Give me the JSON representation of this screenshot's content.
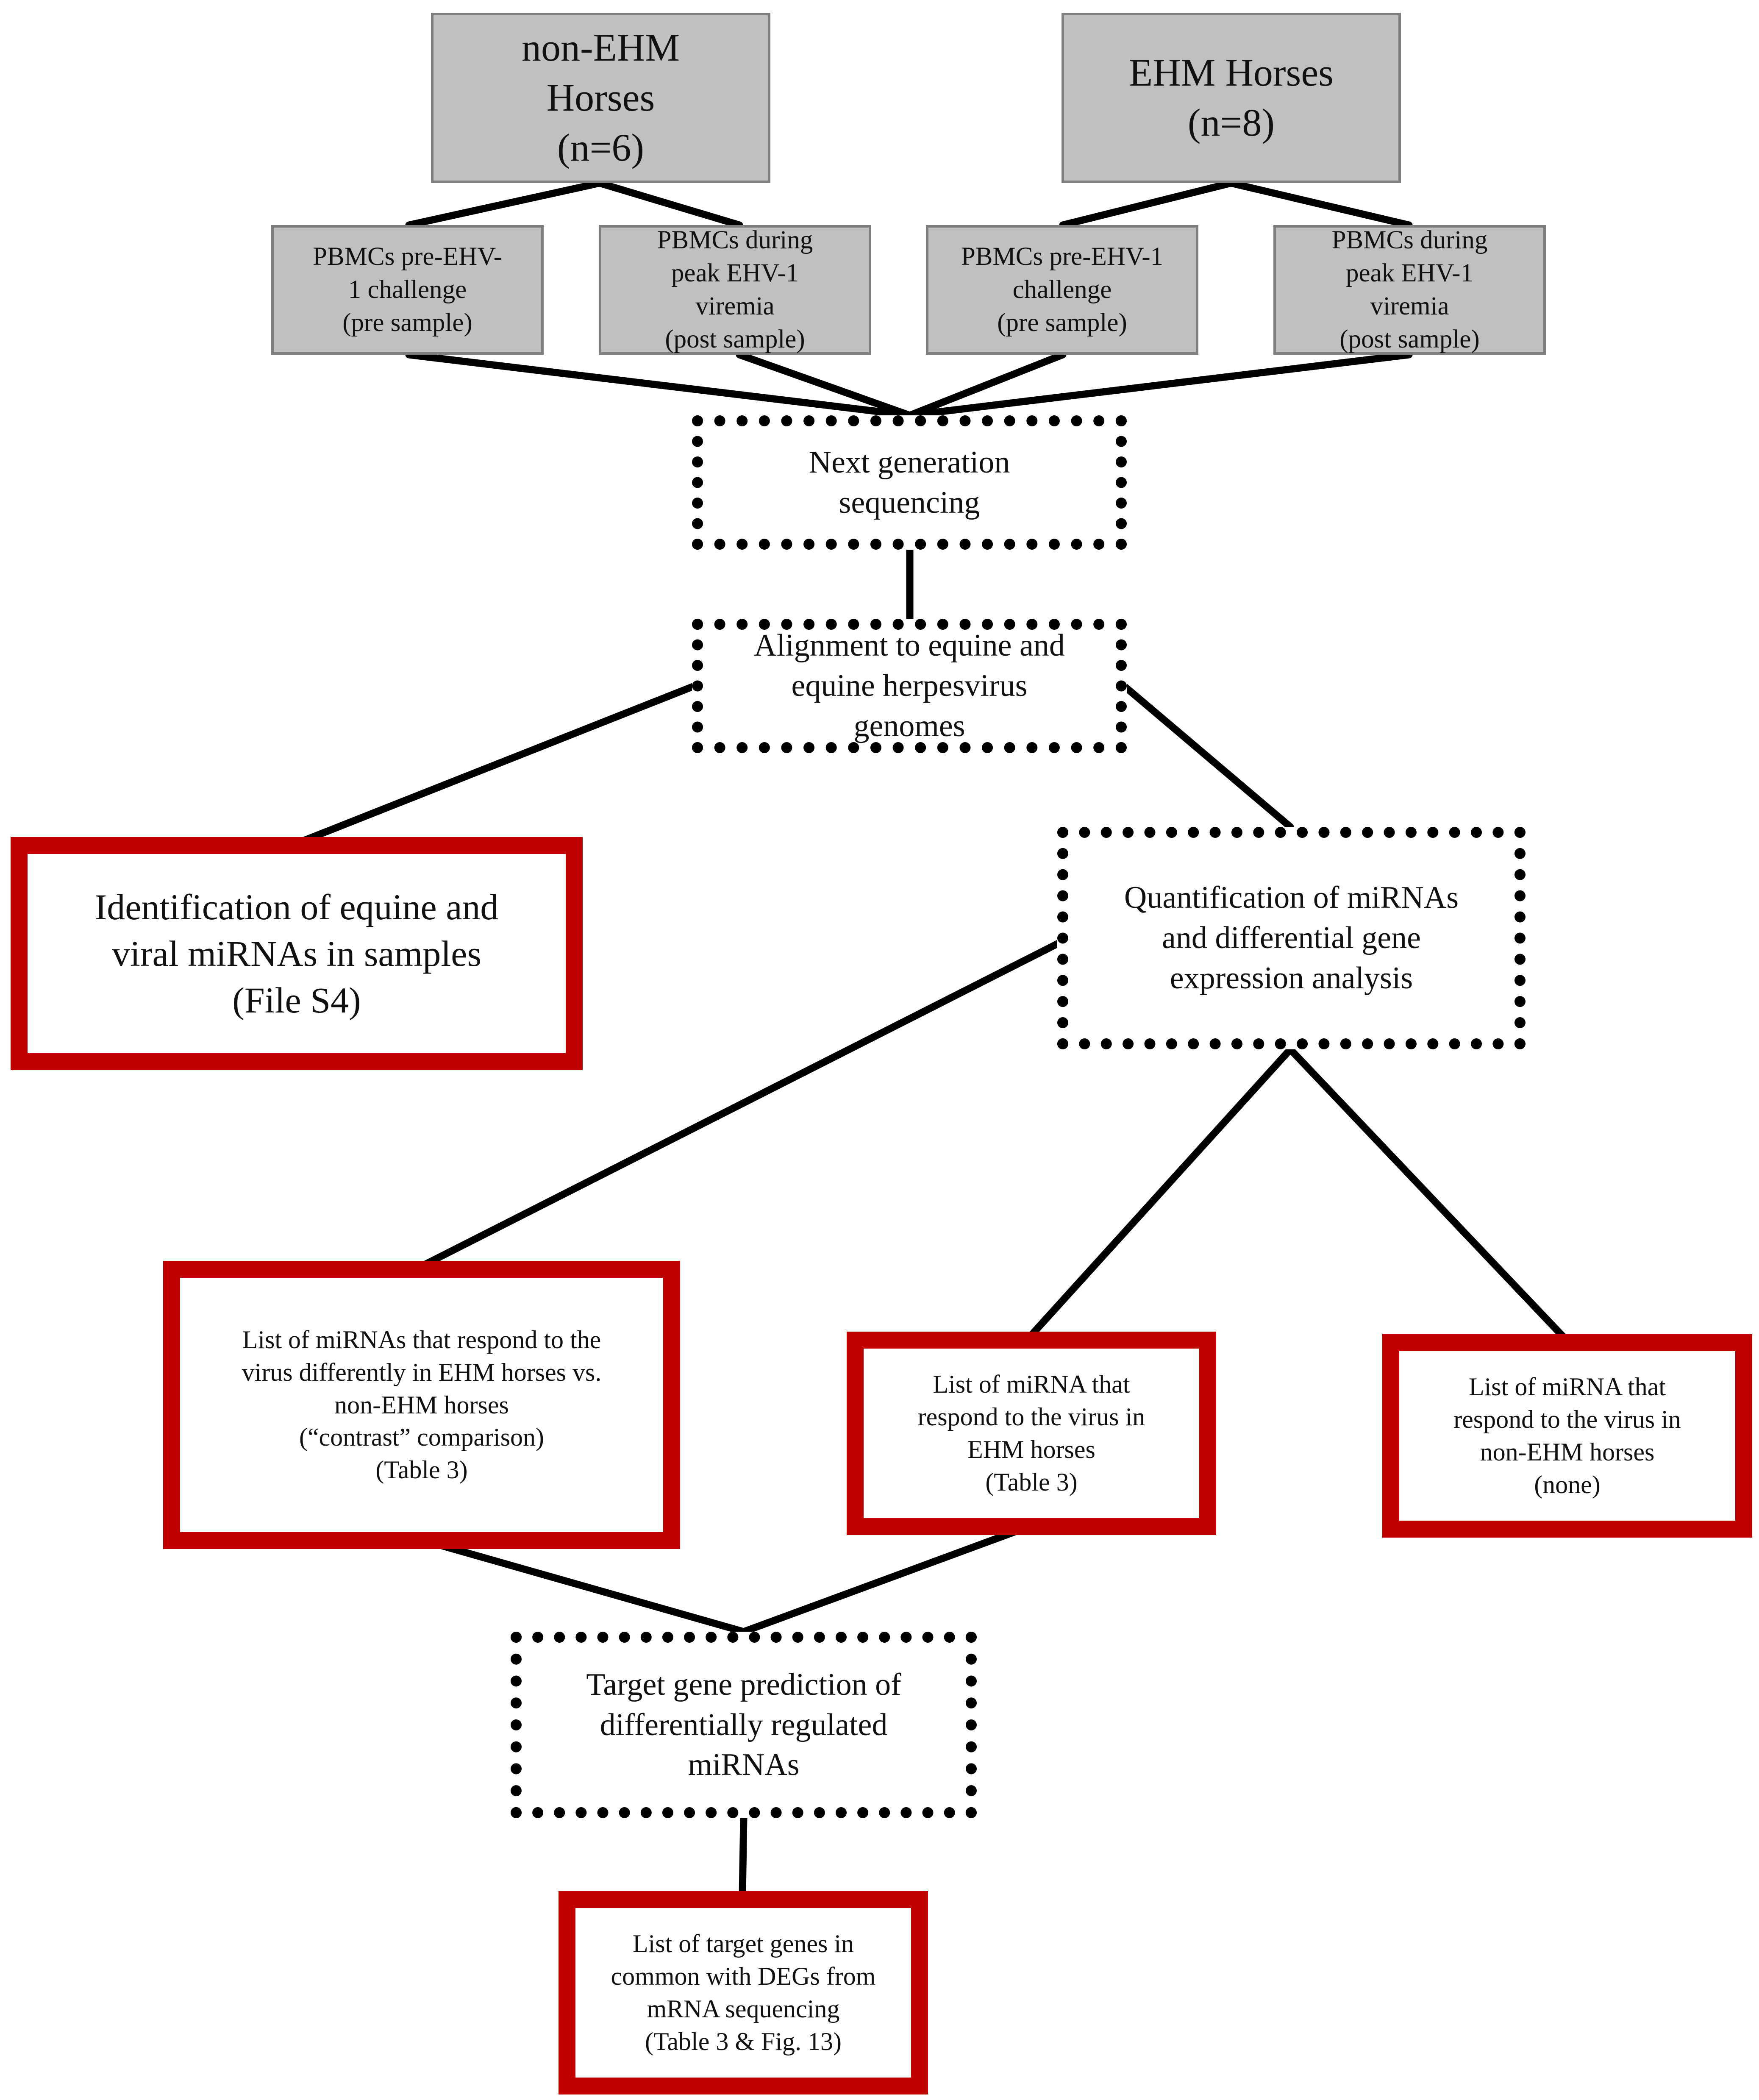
{
  "groups": {
    "non_ehm": "non-EHM\nHorses\n(n=6)",
    "ehm": "EHM Horses\n(n=8)"
  },
  "samples": {
    "non_ehm_pre": "PBMCs  pre-EHV-\n1 challenge\n(pre sample)",
    "non_ehm_post": "PBMCs during\npeak EHV-1\nviremia\n(post sample)",
    "ehm_pre": "PBMCs pre-EHV-1\nchallenge\n(pre sample)",
    "ehm_post": "PBMCs during\npeak EHV-1\nviremia\n(post sample)"
  },
  "steps": {
    "ngs": "Next generation\nsequencing",
    "alignment": "Alignment to equine and\nequine herpesvirus\ngenomes",
    "quantification": "Quantification of miRNAs\nand differential gene\nexpression analysis",
    "target_prediction": "Target gene prediction of\ndifferentially regulated\nmiRNAs"
  },
  "outputs": {
    "identification": "Identification of equine and\nviral miRNAs in samples\n(File S4)",
    "contrast": "List of miRNAs that respond to the\nvirus differently in EHM horses vs.\nnon-EHM horses\n(“contrast” comparison)\n(Table 3)",
    "ehm_list": "List of miRNA that\nrespond to the virus in\nEHM horses\n(Table 3)",
    "non_ehm_list": "List of miRNA that\nrespond to the virus in\nnon-EHM horses\n(none)",
    "target_genes": "List of target genes in\ncommon with DEGs from\nmRNA sequencing\n(Table 3 & Fig. 13)"
  },
  "colors": {
    "gray_fill": "#c0c0c0",
    "gray_border": "#7f7f7f",
    "output_border": "#c00000",
    "connector": "#000000"
  }
}
